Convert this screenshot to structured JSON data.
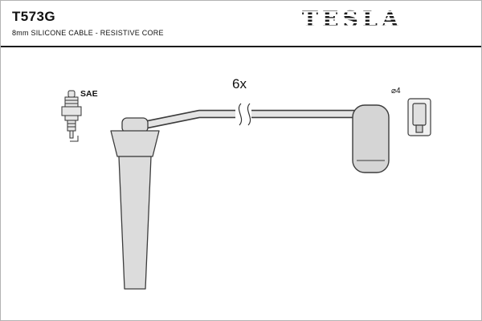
{
  "header": {
    "part_number": "T573G",
    "subtitle": "8mm SILICONE CABLE - RESISTIVE CORE",
    "brand": "TESLA"
  },
  "diagram": {
    "quantity": "6x",
    "plug_standard": "SAE",
    "terminal_diameter": "⌀4"
  },
  "colors": {
    "rubber_fill": "#dcdcdc",
    "outline": "#3c3c3c",
    "cable_core": "#e4e4e4"
  }
}
